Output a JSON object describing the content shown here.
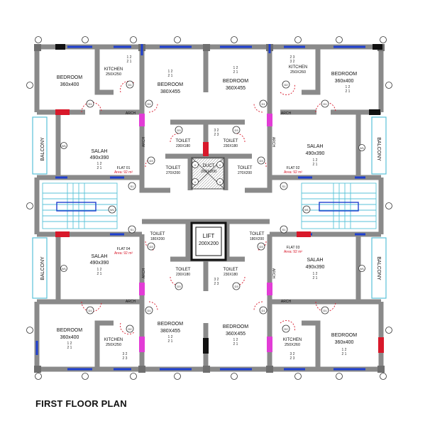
{
  "plan": {
    "caption": "FIRST FLOOR PLAN",
    "labels": {
      "bedroom": "BEDROOM",
      "kitchen": "KITCHEN",
      "salah": "SALAH",
      "toilet": "TOILET",
      "balcony": "BALCONY",
      "duct": "DUCT",
      "lift": "LIFT",
      "arch": "ARCH",
      "bed_360x400": "360x400",
      "bed_380x455": "380X455",
      "bed_360x455": "360X455",
      "kit_250x260": "250X260",
      "kit_250x250": "250X250",
      "salah_490x390": "490x390",
      "toilet_230x180": "230X180",
      "toilet_270x200": "270X200",
      "toilet_180x200": "180X200",
      "duct_200x200": "200X200",
      "lift_200x200": "200X200",
      "flat_01": "FLAT 01",
      "flat_02": "FLAT 02",
      "flat_03": "FLAT 03",
      "flat_04": "FLAT 04",
      "area_label": "Area: 92 m²",
      "room_code_a": "D1",
      "room_code_b": "D2",
      "room_code_c": "D3",
      "room_code_w": "W1",
      "room_code_v": "V1",
      "room_code_s": "S1",
      "door_v": "V",
      "grid_1_2": "1  2",
      "grid_2_1": "2  1",
      "grid_3_2": "3  2",
      "grid_2_3": "2  3"
    },
    "colors": {
      "wall": "#8a8a8a",
      "wall_dark": "#5f5f5f",
      "window_blue": "#1e3fcf",
      "door_red": "#d8182a",
      "magenta": "#e23cd6",
      "balcony_cyan": "#59c2d8",
      "dashed_red": "#d8182a"
    }
  }
}
